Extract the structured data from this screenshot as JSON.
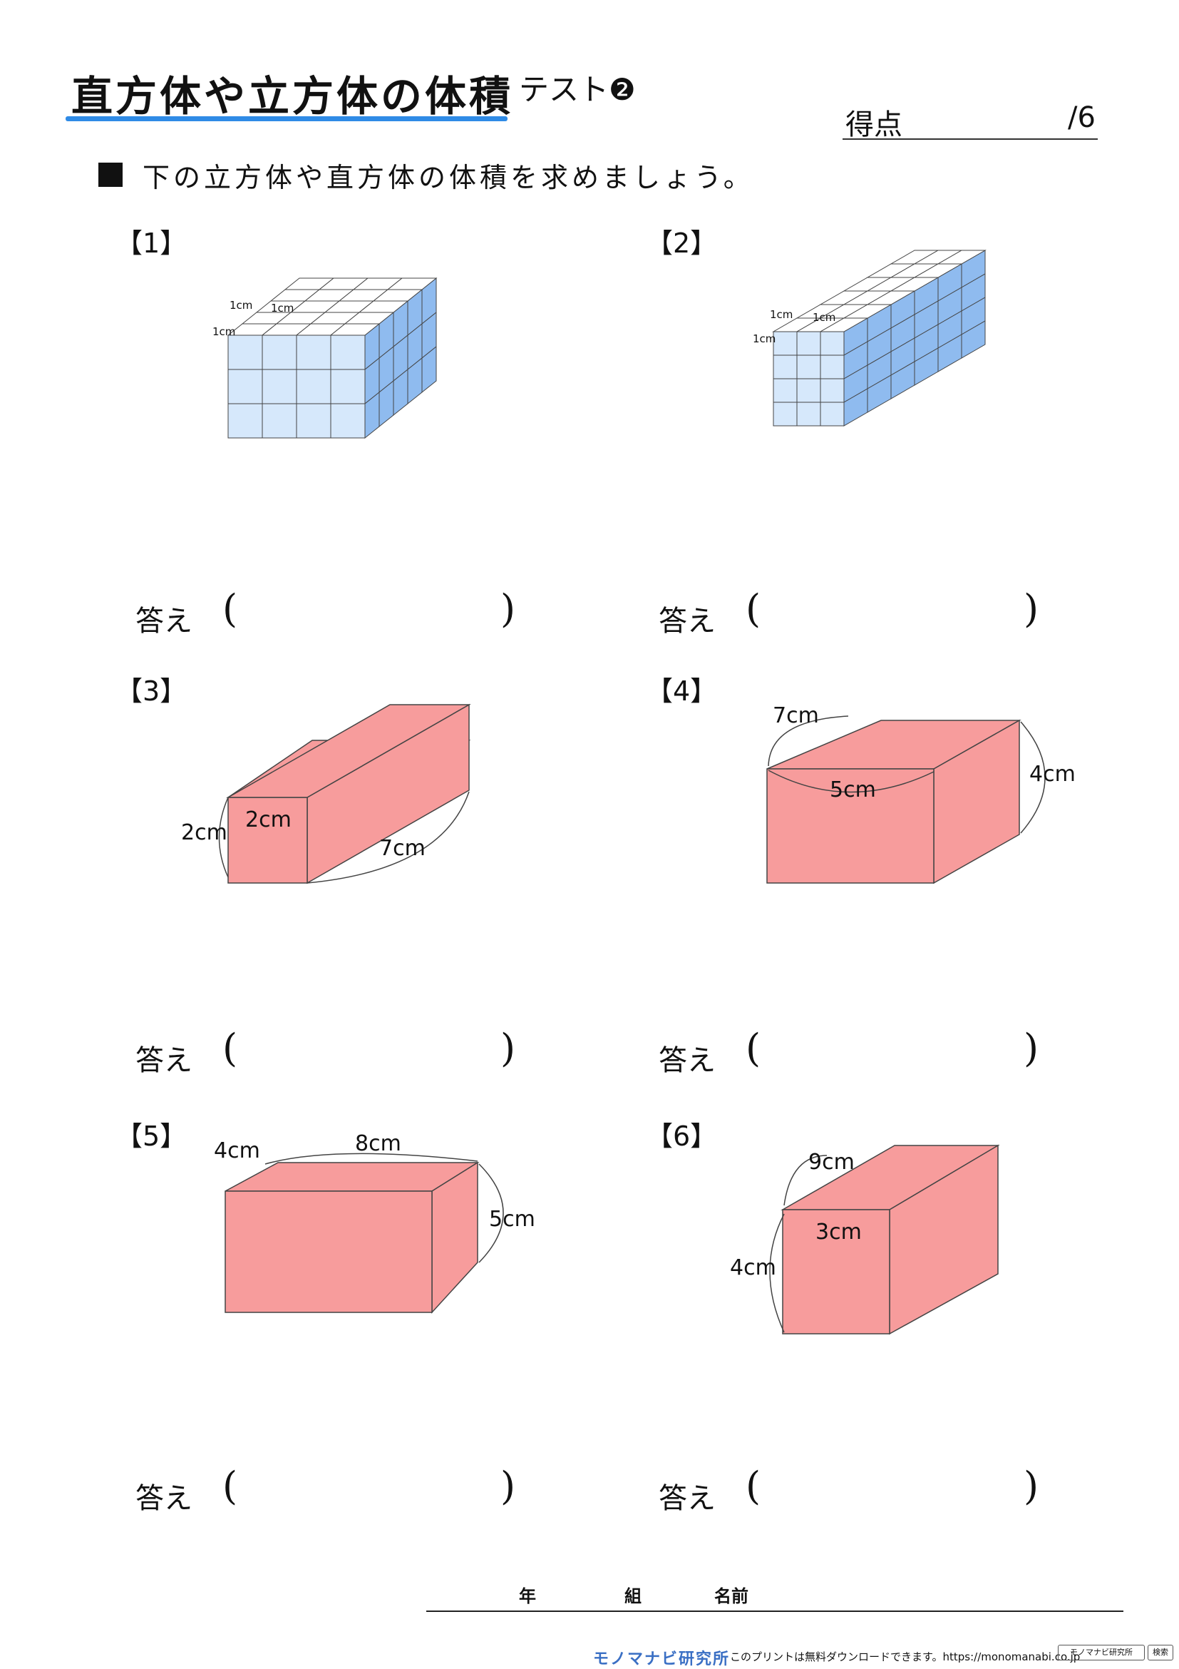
{
  "title": "直方体や立方体の体積",
  "subtitle": "テスト❷",
  "score": {
    "label": "得点",
    "value": "/6"
  },
  "instruction": "下の立方体や直方体の体積を求めましょう。",
  "answer_label": "答え",
  "paren_open": "(",
  "paren_close": ")",
  "problems": [
    {
      "number": "【1】",
      "unit_labels": [
        "1cm",
        "1cm",
        "1cm"
      ]
    },
    {
      "number": "【2】",
      "unit_labels": [
        "1cm",
        "1cm",
        "1cm"
      ]
    },
    {
      "number": "【3】",
      "dims": {
        "front_width": "2cm",
        "height": "2cm",
        "depth": "7cm"
      }
    },
    {
      "number": "【4】",
      "dims": {
        "depth": "7cm",
        "width": "5cm",
        "height": "4cm"
      }
    },
    {
      "number": "【5】",
      "dims": {
        "depth": "4cm",
        "width": "8cm",
        "height": "5cm"
      }
    },
    {
      "number": "【6】",
      "dims": {
        "depth": "9cm",
        "width": "3cm",
        "height": "4cm"
      }
    }
  ],
  "name_fields": {
    "year": "年",
    "class": "組",
    "name": "名前"
  },
  "footer": {
    "logo": "モノマナビ研究所",
    "text": "このプリントは無料ダウンロードできます。https://monomanabi.co.jp",
    "search_box": "モノマナビ研究所",
    "search_button": "検索"
  },
  "colors": {
    "cube_light": "#d6e8fb",
    "cube_dark": "#8fbbef",
    "box_face": "#f79c9c",
    "accent": "#2f8be6"
  }
}
